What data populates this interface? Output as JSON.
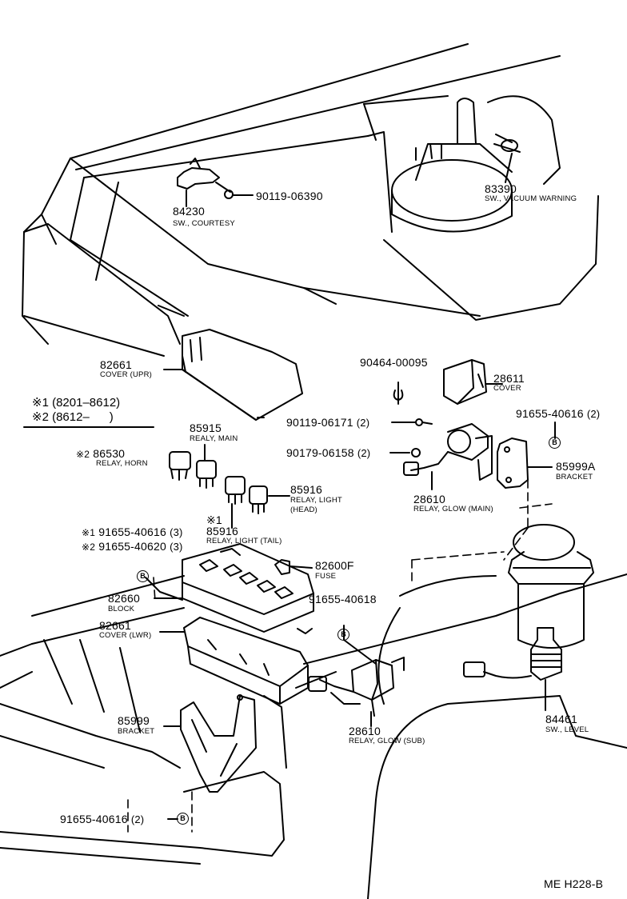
{
  "legend": {
    "row1_mark": "※1",
    "row1_range": "(8201–8612)",
    "row2_mark": "※2",
    "row2_range": "(8612–      )"
  },
  "parts": {
    "p84230": {
      "number": "84230",
      "desc": "SW., COURTESY"
    },
    "p90119_06390": {
      "number": "90119-06390"
    },
    "p83390": {
      "number": "83390",
      "desc": "SW., VACUUM WARNING"
    },
    "p82661_upr": {
      "number": "82661",
      "desc": "COVER (UPR)"
    },
    "p90464": {
      "number": "90464-00095"
    },
    "p28611": {
      "number": "28611",
      "desc": "COVER"
    },
    "p90119_06171": {
      "number": "90119-06171",
      "qty": "(2)"
    },
    "p90179_06158": {
      "number": "90179-06158",
      "qty": "(2)"
    },
    "p91655_40616_r": {
      "number": "91655-40616",
      "qty": "(2)",
      "ref": "B"
    },
    "p85999A": {
      "number": "85999A",
      "desc": "BRACKET"
    },
    "p28610_main": {
      "number": "28610",
      "desc": "RELAY, GLOW (MAIN)"
    },
    "p85915": {
      "number": "85915",
      "desc": "REALY, MAIN"
    },
    "p86530": {
      "mark": "※2",
      "number": "86530",
      "desc": "RELAY, HORN"
    },
    "p85916_head": {
      "number": "85916",
      "desc": "RELAY, LIGHT",
      "desc2": "(HEAD)"
    },
    "p85916_tail": {
      "mark": "※1",
      "number": "85916",
      "desc": "RELAY, LIGHT (TAIL)"
    },
    "p91655_a": {
      "mark": "※1",
      "number": "91655-40616",
      "qty": "(3)"
    },
    "p91655_b": {
      "mark": "※2",
      "number": "91655-40620",
      "qty": "(3)",
      "ref": "B"
    },
    "p82600F": {
      "number": "82600F",
      "desc": "FUSE"
    },
    "p82660": {
      "number": "82660",
      "desc": "BLOCK"
    },
    "p82661_lwr": {
      "number": "82661",
      "desc": "COVER (LWR)"
    },
    "p91655_40618": {
      "number": "91655-40618",
      "ref": "B"
    },
    "p85999": {
      "number": "85999",
      "desc": "BRACKET"
    },
    "p28610_sub": {
      "number": "28610",
      "desc": "RELAY, GLOW (SUB)"
    },
    "p84461": {
      "number": "84461",
      "desc": "SW., LEVEL"
    },
    "p91655_bottom": {
      "number": "91655-40616",
      "qty": "(2)",
      "ref": "B"
    }
  },
  "footer": {
    "code": "ME H228-B"
  }
}
